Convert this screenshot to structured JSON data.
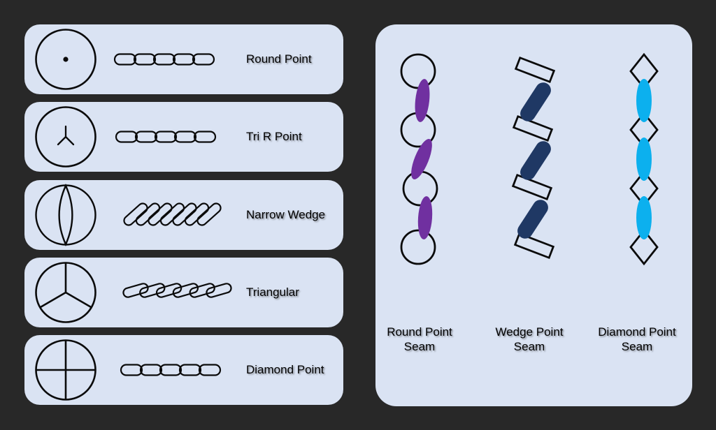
{
  "colors": {
    "page_bg": "#282828",
    "card_bg": "#dae3f3",
    "outline": "#0b0b0b",
    "text": "#000000",
    "round_seam": "#7030a0",
    "wedge_seam": "#1f3864",
    "diamond_seam": "#0cb0ee"
  },
  "needle_types": [
    {
      "label": "Round Point",
      "icon": "round-point-cross-section-icon",
      "stitch_icon": "straight-stitch-chain-icon"
    },
    {
      "label": "Tri R Point",
      "icon": "tri-r-point-cross-section-icon",
      "stitch_icon": "straight-stitch-chain-icon"
    },
    {
      "label": "Narrow Wedge",
      "icon": "narrow-wedge-cross-section-icon",
      "stitch_icon": "rope-stitch-chain-icon"
    },
    {
      "label": "Triangular",
      "icon": "triangular-cross-section-icon",
      "stitch_icon": "slanted-stitch-chain-icon"
    },
    {
      "label": "Diamond Point",
      "icon": "diamond-point-cross-section-icon",
      "stitch_icon": "straight-stitch-chain-icon"
    }
  ],
  "seam_examples": [
    {
      "label": "Round Point\nSeam"
    },
    {
      "label": "Wedge Point\nSeam"
    },
    {
      "label": "Diamond Point\nSeam"
    }
  ]
}
